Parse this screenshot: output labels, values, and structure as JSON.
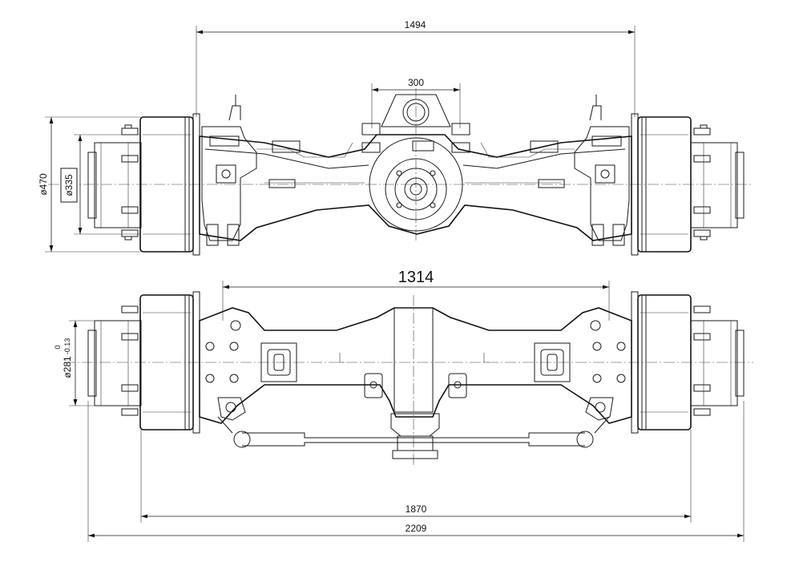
{
  "dimensions": {
    "top_overall_width": "1494",
    "housing_center_width": "300",
    "drum_outer_diameter": "ø470",
    "hub_diameter": "ø335",
    "spring_seat_span": "1314",
    "spindle_diameter": "ø281",
    "spindle_tol_upper": "0",
    "spindle_tol_lower": "-0.13",
    "track_width": "1870",
    "overall_length": "2209"
  }
}
